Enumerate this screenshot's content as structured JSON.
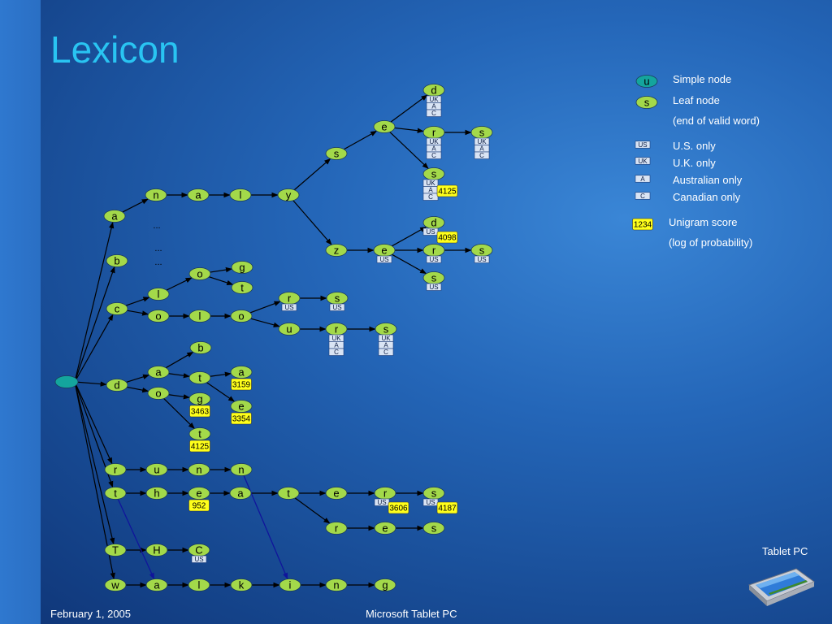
{
  "slide": {
    "title": "Lexicon",
    "footer_date": "February 1, 2005",
    "footer_center": "Microsoft Tablet PC",
    "brand": "Tablet PC"
  },
  "colors": {
    "simple_node": "#14a59d",
    "leaf_node": "#a3d94a",
    "score_box": "#ffff1a",
    "region_box": "#d9e4f4",
    "edge": "#000000",
    "cross_edge": "#10149b"
  },
  "legend": [
    {
      "type": "node",
      "kind": "simple",
      "glyph": "u",
      "text": "Simple node"
    },
    {
      "type": "node",
      "kind": "leaf",
      "glyph": "s",
      "text": "Leaf node"
    },
    {
      "type": "text",
      "text": "(end of valid word)"
    },
    {
      "type": "region",
      "glyph": "US",
      "text": "U.S. only"
    },
    {
      "type": "region",
      "glyph": "UK",
      "text": "U.K. only"
    },
    {
      "type": "region",
      "glyph": "A",
      "text": "Australian only"
    },
    {
      "type": "region",
      "glyph": "C",
      "text": "Canadian only"
    },
    {
      "type": "score",
      "glyph": "1234",
      "text": "Unigram score"
    },
    {
      "type": "text",
      "text": "(log of probability)"
    }
  ],
  "tree": {
    "nodes": [
      {
        "id": "root",
        "label": "",
        "kind": "simple"
      },
      {
        "id": "a1",
        "label": "a",
        "kind": "leaf"
      },
      {
        "id": "b1",
        "label": "b",
        "kind": "leaf"
      },
      {
        "id": "c1",
        "label": "c",
        "kind": "leaf"
      },
      {
        "id": "d1",
        "label": "d",
        "kind": "leaf"
      },
      {
        "id": "r1",
        "label": "r",
        "kind": "leaf"
      },
      {
        "id": "t1",
        "label": "t",
        "kind": "leaf"
      },
      {
        "id": "T1",
        "label": "T",
        "kind": "leaf"
      },
      {
        "id": "w1",
        "label": "w",
        "kind": "leaf"
      },
      {
        "id": "an",
        "label": "n",
        "kind": "leaf"
      },
      {
        "id": "ana",
        "label": "a",
        "kind": "leaf"
      },
      {
        "id": "anal",
        "label": "l",
        "kind": "leaf"
      },
      {
        "id": "analy",
        "label": "y",
        "kind": "leaf"
      },
      {
        "id": "analys",
        "label": "s",
        "kind": "leaf"
      },
      {
        "id": "analyse",
        "label": "e",
        "kind": "leaf"
      },
      {
        "id": "analysed",
        "label": "d",
        "kind": "leaf",
        "regions": [
          "UK",
          "A",
          "C"
        ]
      },
      {
        "id": "analyser",
        "label": "r",
        "kind": "leaf",
        "regions": [
          "UK",
          "A",
          "C"
        ]
      },
      {
        "id": "analysers",
        "label": "s",
        "kind": "leaf",
        "regions": [
          "UK",
          "A",
          "C"
        ]
      },
      {
        "id": "analyses",
        "label": "s",
        "kind": "leaf",
        "regions": [
          "UK",
          "A",
          "C"
        ],
        "score": "4125"
      },
      {
        "id": "analyz",
        "label": "z",
        "kind": "leaf"
      },
      {
        "id": "analyze",
        "label": "e",
        "kind": "leaf",
        "regions": [
          "US"
        ]
      },
      {
        "id": "analyzed",
        "label": "d",
        "kind": "leaf",
        "regions": [
          "US"
        ],
        "score": "4098"
      },
      {
        "id": "analyzer",
        "label": "r",
        "kind": "leaf",
        "regions": [
          "US"
        ]
      },
      {
        "id": "analyzers",
        "label": "s",
        "kind": "leaf",
        "regions": [
          "US"
        ]
      },
      {
        "id": "analyzes",
        "label": "s",
        "kind": "leaf",
        "regions": [
          "US"
        ]
      },
      {
        "id": "co",
        "label": "o",
        "kind": "leaf"
      },
      {
        "id": "col",
        "label": "l",
        "kind": "leaf"
      },
      {
        "id": "colo",
        "label": "o",
        "kind": "leaf"
      },
      {
        "id": "cl",
        "label": "l",
        "kind": "leaf"
      },
      {
        "id": "clo",
        "label": "o",
        "kind": "leaf"
      },
      {
        "id": "clog",
        "label": "g",
        "kind": "leaf"
      },
      {
        "id": "clot",
        "label": "t",
        "kind": "leaf"
      },
      {
        "id": "color",
        "label": "r",
        "kind": "leaf",
        "regions": [
          "US"
        ]
      },
      {
        "id": "colors",
        "label": "s",
        "kind": "leaf",
        "regions": [
          "US"
        ]
      },
      {
        "id": "colou",
        "label": "u",
        "kind": "leaf"
      },
      {
        "id": "colour",
        "label": "r",
        "kind": "leaf",
        "regions": [
          "UK",
          "A",
          "C"
        ]
      },
      {
        "id": "colours",
        "label": "s",
        "kind": "leaf",
        "regions": [
          "UK",
          "A",
          "C"
        ]
      },
      {
        "id": "da",
        "label": "a",
        "kind": "leaf"
      },
      {
        "id": "dab",
        "label": "b",
        "kind": "leaf"
      },
      {
        "id": "dat",
        "label": "t",
        "kind": "leaf"
      },
      {
        "id": "data",
        "label": "a",
        "kind": "leaf",
        "score": "3159"
      },
      {
        "id": "date",
        "label": "e",
        "kind": "leaf",
        "score": "3354"
      },
      {
        "id": "do",
        "label": "o",
        "kind": "leaf"
      },
      {
        "id": "dog",
        "label": "g",
        "kind": "leaf",
        "score": "3463"
      },
      {
        "id": "dot",
        "label": "t",
        "kind": "leaf",
        "score": "4125"
      },
      {
        "id": "ru",
        "label": "u",
        "kind": "leaf"
      },
      {
        "id": "run",
        "label": "n",
        "kind": "leaf"
      },
      {
        "id": "runn",
        "label": "n",
        "kind": "leaf"
      },
      {
        "id": "th",
        "label": "h",
        "kind": "leaf"
      },
      {
        "id": "the",
        "label": "e",
        "kind": "leaf",
        "score": "952"
      },
      {
        "id": "thea",
        "label": "a",
        "kind": "leaf"
      },
      {
        "id": "theat",
        "label": "t",
        "kind": "leaf"
      },
      {
        "id": "theate",
        "label": "e",
        "kind": "leaf"
      },
      {
        "id": "theater",
        "label": "r",
        "kind": "leaf",
        "regions": [
          "US"
        ],
        "score": "3606"
      },
      {
        "id": "theaters",
        "label": "s",
        "kind": "leaf",
        "regions": [
          "US"
        ],
        "score": "4187"
      },
      {
        "id": "theatr",
        "label": "r",
        "kind": "leaf"
      },
      {
        "id": "theatre",
        "label": "e",
        "kind": "leaf"
      },
      {
        "id": "theatres",
        "label": "s",
        "kind": "leaf"
      },
      {
        "id": "TH",
        "label": "H",
        "kind": "leaf"
      },
      {
        "id": "THC",
        "label": "C",
        "kind": "leaf",
        "regions": [
          "US"
        ]
      },
      {
        "id": "wa",
        "label": "a",
        "kind": "leaf"
      },
      {
        "id": "wal",
        "label": "l",
        "kind": "leaf"
      },
      {
        "id": "walk",
        "label": "k",
        "kind": "leaf"
      },
      {
        "id": "walki",
        "label": "i",
        "kind": "leaf"
      },
      {
        "id": "walkin",
        "label": "n",
        "kind": "leaf"
      },
      {
        "id": "walking",
        "label": "g",
        "kind": "leaf"
      }
    ],
    "ellipses": [
      "...",
      "...",
      "..."
    ],
    "edges": [
      [
        "root",
        "a1"
      ],
      [
        "root",
        "b1"
      ],
      [
        "root",
        "c1"
      ],
      [
        "root",
        "d1"
      ],
      [
        "root",
        "r1"
      ],
      [
        "root",
        "t1"
      ],
      [
        "root",
        "T1"
      ],
      [
        "root",
        "w1"
      ],
      [
        "a1",
        "an"
      ],
      [
        "an",
        "ana"
      ],
      [
        "ana",
        "anal"
      ],
      [
        "anal",
        "analy"
      ],
      [
        "analy",
        "analys"
      ],
      [
        "analy",
        "analyz"
      ],
      [
        "analys",
        "analyse"
      ],
      [
        "analyse",
        "analysed"
      ],
      [
        "analyse",
        "analyser"
      ],
      [
        "analyse",
        "analyses"
      ],
      [
        "analyser",
        "analysers"
      ],
      [
        "analyz",
        "analyze"
      ],
      [
        "analyze",
        "analyzed"
      ],
      [
        "analyze",
        "analyzer"
      ],
      [
        "analyze",
        "analyzes"
      ],
      [
        "analyzer",
        "analyzers"
      ],
      [
        "c1",
        "cl"
      ],
      [
        "c1",
        "co"
      ],
      [
        "cl",
        "clo"
      ],
      [
        "clo",
        "clog"
      ],
      [
        "clo",
        "clot"
      ],
      [
        "co",
        "col"
      ],
      [
        "col",
        "colo"
      ],
      [
        "colo",
        "color"
      ],
      [
        "colo",
        "colou"
      ],
      [
        "color",
        "colors"
      ],
      [
        "colou",
        "colour"
      ],
      [
        "colour",
        "colours"
      ],
      [
        "d1",
        "da"
      ],
      [
        "d1",
        "do"
      ],
      [
        "da",
        "dab"
      ],
      [
        "da",
        "dat"
      ],
      [
        "dat",
        "data"
      ],
      [
        "dat",
        "date"
      ],
      [
        "do",
        "dog"
      ],
      [
        "do",
        "dot"
      ],
      [
        "r1",
        "ru"
      ],
      [
        "ru",
        "run"
      ],
      [
        "run",
        "runn"
      ],
      [
        "t1",
        "th"
      ],
      [
        "th",
        "the"
      ],
      [
        "the",
        "thea"
      ],
      [
        "thea",
        "theat"
      ],
      [
        "theat",
        "theate"
      ],
      [
        "theat",
        "theatr"
      ],
      [
        "theate",
        "theater"
      ],
      [
        "theater",
        "theaters"
      ],
      [
        "theatr",
        "theatre"
      ],
      [
        "theatre",
        "theatres"
      ],
      [
        "T1",
        "TH"
      ],
      [
        "TH",
        "THC"
      ],
      [
        "w1",
        "wa"
      ],
      [
        "wa",
        "wal"
      ],
      [
        "wal",
        "walk"
      ],
      [
        "walk",
        "walki"
      ],
      [
        "walki",
        "walkin"
      ],
      [
        "walkin",
        "walking"
      ]
    ],
    "cross_edges": [
      [
        "t1",
        "wa"
      ],
      [
        "runn",
        "walki"
      ]
    ]
  }
}
